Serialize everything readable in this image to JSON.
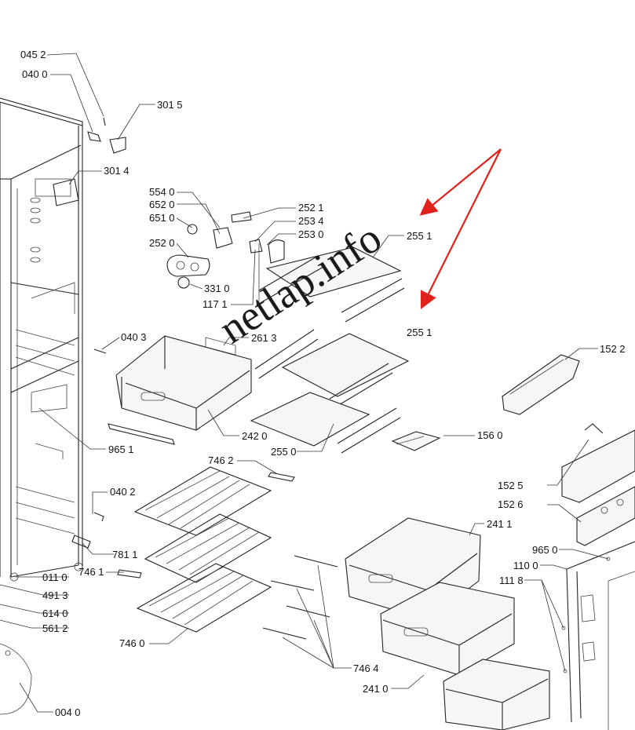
{
  "watermark": "netlap.info",
  "accent_color": "#e0201b",
  "labels": {
    "l0452": "045 2",
    "l0400": "040 0",
    "l3015": "301 5",
    "l3014": "301 4",
    "l5540": "554 0",
    "l6520": "652 0",
    "l6510": "651 0",
    "l2520": "252 0",
    "l3310": "331 0",
    "l1171": "117 1",
    "l2521": "252 1",
    "l2534": "253 4",
    "l2530": "253 0",
    "l2551a": "255 1",
    "l2551b": "255 1",
    "l0403": "040 3",
    "l2613": "261 3",
    "l2420": "242 0",
    "l2550": "255 0",
    "l1560": "156 0",
    "l1522": "152 2",
    "l9651": "965 1",
    "l7462": "746 2",
    "l0402": "040 2",
    "l7811": "781 1",
    "l7461": "746 1",
    "l2411": "241 1",
    "l1525": "152 5",
    "l1526": "152 6",
    "l9650": "965 0",
    "l1100": "110 0",
    "l1118": "111 8",
    "l0110": "011 0",
    "l4913": "491 3",
    "l6140": "614 0",
    "l5612": "561 2",
    "l7460": "746 0",
    "l7464": "746 4",
    "l2410": "241 0",
    "l0040": "004 0"
  }
}
